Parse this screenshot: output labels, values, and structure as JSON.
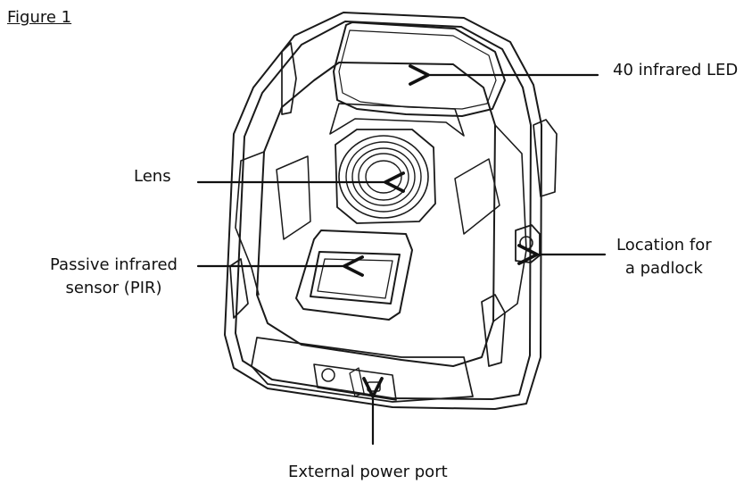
{
  "figure": {
    "title": "Figure 1"
  },
  "labels": {
    "infrared_led": "40 infrared LED",
    "lens": "Lens",
    "pir": "Passive infrared\nsensor (PIR)",
    "padlock": "Location for\na padlock",
    "power_port": "External power port"
  },
  "colors": {
    "line": "#1a1a1a",
    "background": "#ffffff"
  }
}
